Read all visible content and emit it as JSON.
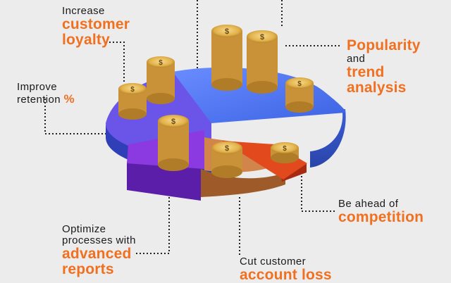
{
  "colors": {
    "background": "#ececec",
    "accent": "#f07020",
    "text": "#1a1a1a",
    "slice_blue": "#3d66e6",
    "slice_violet": "#6050e0",
    "slice_purple": "#7a2fd0",
    "slice_copper": "#c97a3a",
    "slice_red": "#e0401a",
    "coin": "#e2b24a"
  },
  "icons": [
    "dollar-coin-stack-icon"
  ],
  "labels": {
    "loyalty": {
      "line1": "Increase",
      "line2": "customer",
      "line3": "loyalty"
    },
    "retention": {
      "line1": "Improve",
      "line2": "retention",
      "accent": "%"
    },
    "popularity": {
      "line1": "Popularity",
      "line2": "and",
      "line3": "trend",
      "line4": "analysis"
    },
    "competition": {
      "line1": "Be ahead of",
      "line2": "competition"
    },
    "reports": {
      "line1": "Optimize",
      "line2": "processes with",
      "line3": "advanced",
      "line4": "reports"
    },
    "account": {
      "line1": "Cut customer",
      "line2": "account loss"
    }
  }
}
